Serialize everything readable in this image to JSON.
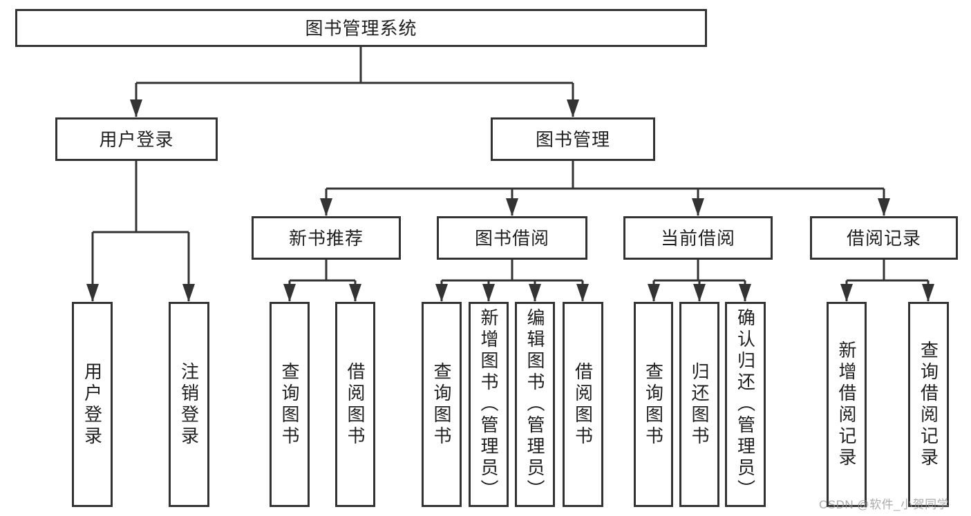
{
  "diagram": {
    "root": {
      "label": "图书管理系统"
    },
    "level2": [
      {
        "label": "用户登录"
      },
      {
        "label": "图书管理"
      }
    ],
    "level3": [
      {
        "label": "新书推荐",
        "parent": "图书管理"
      },
      {
        "label": "图书借阅",
        "parent": "图书管理"
      },
      {
        "label": "当前借阅",
        "parent": "图书管理"
      },
      {
        "label": "借阅记录",
        "parent": "图书管理"
      }
    ],
    "leaves": [
      {
        "label": "用户登录",
        "parent": "用户登录"
      },
      {
        "label": "注销登录",
        "parent": "用户登录"
      },
      {
        "label": "查询图书",
        "parent": "新书推荐"
      },
      {
        "label": "借阅图书",
        "parent": "新书推荐"
      },
      {
        "label": "查询图书",
        "parent": "图书借阅"
      },
      {
        "label": "新增图书（管理员）",
        "parent": "图书借阅"
      },
      {
        "label": "编辑图书（管理员）",
        "parent": "图书借阅"
      },
      {
        "label": "借阅图书",
        "parent": "图书借阅"
      },
      {
        "label": "查询图书",
        "parent": "当前借阅"
      },
      {
        "label": "归还图书",
        "parent": "当前借阅"
      },
      {
        "label": "确认归还（管理员）",
        "parent": "当前借阅"
      },
      {
        "label": "新增借阅记录",
        "parent": "借阅记录"
      },
      {
        "label": "查询借阅记录",
        "parent": "借阅记录"
      }
    ]
  },
  "watermark": {
    "text": "CSDN @软件_小贺同学"
  },
  "colors": {
    "line": "#333333",
    "box_border": "#333333",
    "text": "#1f1f1f",
    "background": "#ffffff",
    "watermark": "#969696"
  }
}
